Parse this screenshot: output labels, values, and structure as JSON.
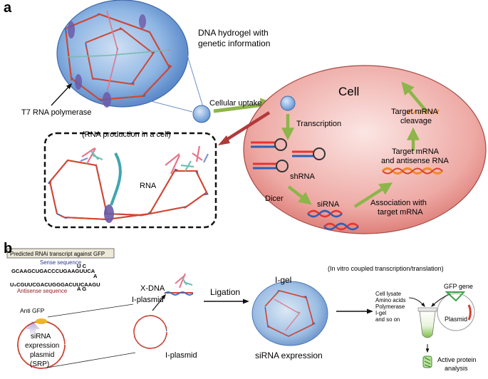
{
  "panel_a": {
    "label": "a",
    "hydrogel_title_line1": "DNA hydrogel with",
    "hydrogel_title_line2": "genetic information",
    "t7_label": "T7 RNA polymerase",
    "uptake_label": "Cellular uptake",
    "cell_label": "Cell",
    "transcription_label": "Transcription",
    "shrna_label": "shRNA",
    "dicer_label": "Dicer",
    "sirna_label": "siRNA",
    "association_line1": "Association with",
    "association_line2": "target mRNA",
    "target_antisense_line1": "Target mRNA",
    "target_antisense_line2": "and antisense RNA",
    "cleavage_line1": "Target mRNA",
    "cleavage_line2": "cleavage",
    "rna_production_label": "(RNA production in a cell)",
    "rna_label": "RNA"
  },
  "panel_b": {
    "label": "b",
    "predicted_box": "Predicted RNAi transcript against GFP",
    "sense_label": "Sense sequence",
    "sense_seq": "GCAAGCUGACCCUGAAGUUCA",
    "loop_top": "U C",
    "loop_a": "A",
    "antisense_seq": "U₅CGUUCGACUGGGACUUCAAGU",
    "loop_bottom": "A G",
    "antisense_label": "Antisense sequence",
    "anti_gfp": "Anti GFP",
    "srp_line1": "siRNA",
    "srp_line2": "expression",
    "srp_line3": "plasmid",
    "srp_line4": "(SRP)",
    "xdna_label": "X-DNA",
    "iplasmid_top": "I-plasmid",
    "iplasmid_bottom": "I-plasmid",
    "ligation_label": "Ligation",
    "igel_label": "I-gel",
    "sirna_expression": "siRNA expression",
    "invitro_label": "(In vitro coupled transcription/translation)",
    "reagents": [
      "Cell lysate",
      "Amino acids",
      "Polymerase",
      "I-gel",
      "and so on"
    ],
    "gfp_gene": "GFP gene",
    "plasmid_label": "Plasmid",
    "active_line1": "Active protein",
    "active_line2": "analysis"
  },
  "colors": {
    "arrow_green": "#8db54a",
    "arrow_red": "#b03a3a",
    "cell_fill": "#e79a96",
    "hydrogel_fill": "#6f9fd8",
    "dna_red": "#d8452b",
    "dna_blue": "#3e63b5"
  }
}
